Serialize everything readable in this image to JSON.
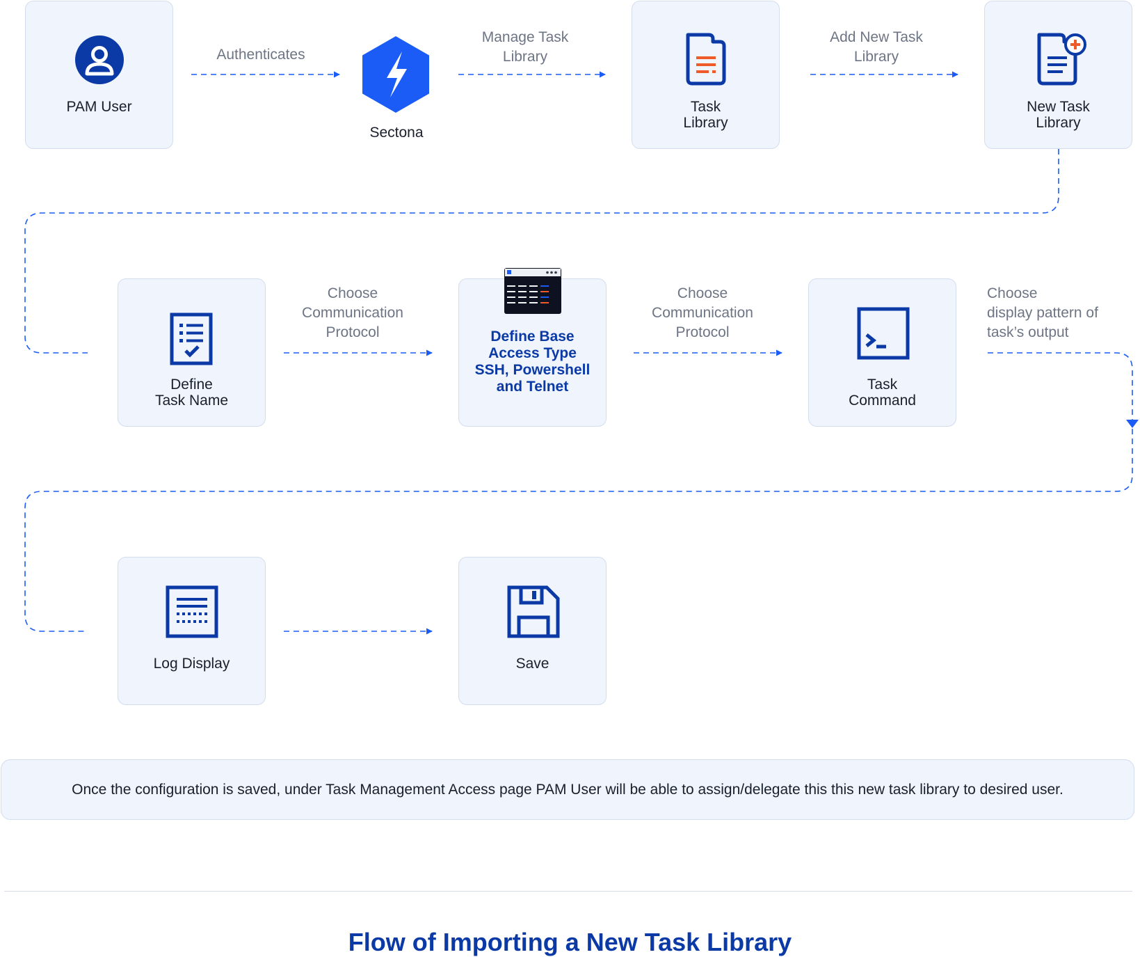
{
  "nodes": {
    "pam_user": "PAM User",
    "sectona": "Sectona",
    "task_library": "Task\nLibrary",
    "new_task_library": "New Task\nLibrary",
    "define_task_name": "Define\nTask Name",
    "define_base_access": "Define Base\nAccess Type\nSSH, Powershell\nand Telnet",
    "task_command": "Task\nCommand",
    "log_display": "Log Display",
    "save": "Save"
  },
  "edges": {
    "authenticates": "Authenticates",
    "manage_task_library": "Manage Task\nLibrary",
    "add_new_task_library": "Add New Task\nLibrary",
    "choose_protocol_1": "Choose\nCommunication\nProtocol",
    "choose_protocol_2": "Choose\nCommunication\nProtocol",
    "choose_display": "Choose\ndisplay pattern of\ntask’s output"
  },
  "note": "Once the configuration is saved, under Task Management Access page PAM User will be able to assign/delegate this this new task library to desired user.",
  "title": "Flow of Importing a New Task Library",
  "icons": {
    "pam_user": "user-circle-icon",
    "sectona": "sectona-bolt-hexagon-icon",
    "task_library": "document-icon",
    "new_task_library": "document-add-icon",
    "define_task_name": "checklist-icon",
    "define_base_access": "terminal-window-icon",
    "task_command": "command-prompt-icon",
    "log_display": "log-display-icon",
    "save": "floppy-disk-icon"
  },
  "colors": {
    "brand_blue": "#0b3aa6",
    "accent_blue": "#1a5cf5",
    "orange": "#ee5a2a",
    "node_fill": "#eff4fd",
    "label_gray": "#6d7585"
  }
}
